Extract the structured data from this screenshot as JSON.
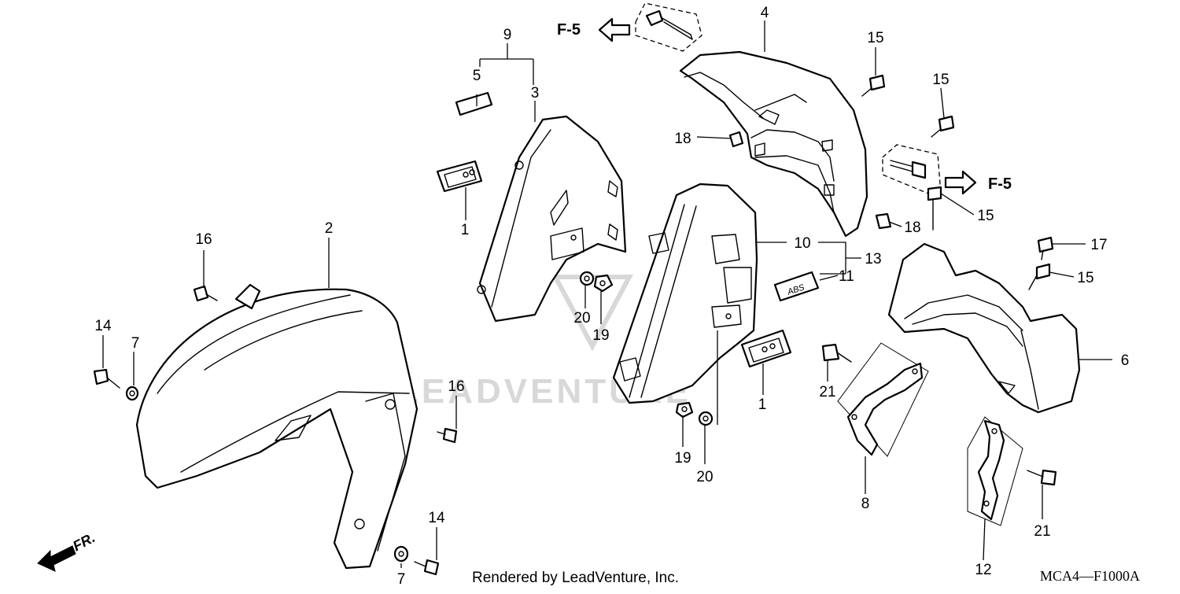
{
  "diagram": {
    "callouts": [
      "1",
      "2",
      "3",
      "4",
      "5",
      "6",
      "7",
      "8",
      "9",
      "10",
      "11",
      "12",
      "13",
      "14",
      "15",
      "16",
      "17",
      "18",
      "19",
      "20",
      "21"
    ],
    "reference_label": "F-5",
    "direction_label": "FR.",
    "watermark": "LEADVENTURE",
    "credit": "Rendered by LeadVenture, Inc.",
    "diagram_code": "MCA4—F1000A",
    "badge_text": "ABS"
  }
}
